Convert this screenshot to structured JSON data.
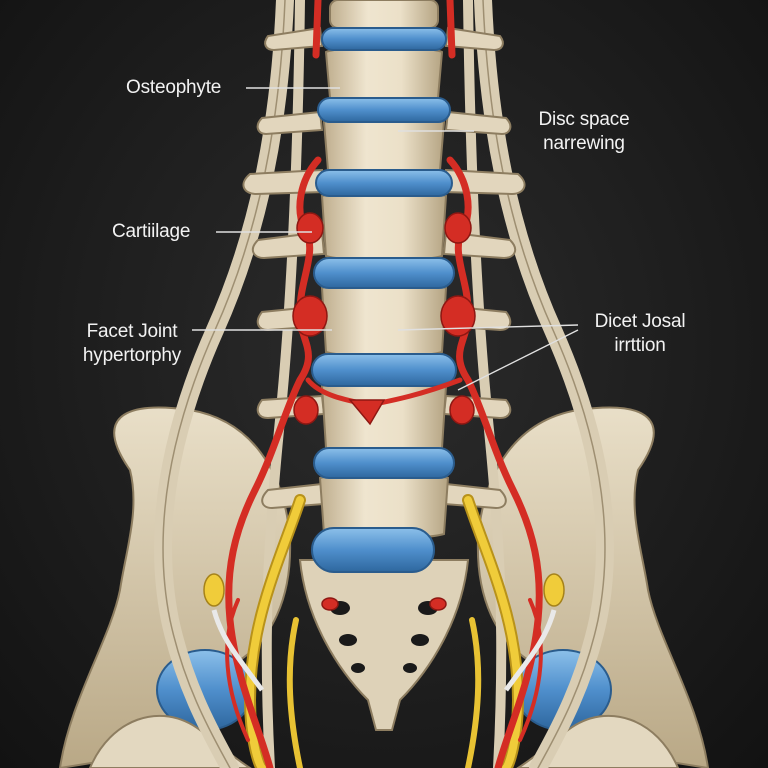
{
  "labels": {
    "osteophyte": "Osteophyte",
    "disc_space": [
      "Disc space",
      "narrewing"
    ],
    "cartilage": "Cartiilage",
    "facet_joint": [
      "Facet Joint",
      "hypertorphy"
    ],
    "dicet_josal": [
      "Dicet Josal",
      "irrttion"
    ]
  },
  "colors": {
    "background": "#1c1c1c",
    "bone": "#e6dbc3",
    "bone_shadow": "#b9aa8c",
    "disc": "#5b9bd5",
    "vessel": "#d42d24",
    "nerve": "#e8c233",
    "ligament": "#ddd2ba"
  }
}
